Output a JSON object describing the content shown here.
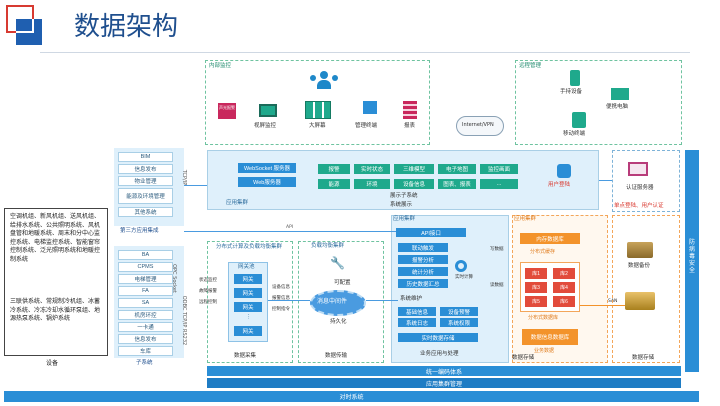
{
  "header": {
    "title": "数据架构"
  },
  "internal_monitor": {
    "title": "内部监控",
    "items": [
      "声光报警",
      "视屏监控",
      "大屏幕",
      "管理终端",
      "报表"
    ]
  },
  "remote_mgmt": {
    "title": "远程管理",
    "network": "Internet/VPN",
    "items": [
      "手持设备",
      "便携电脑",
      "移动终端"
    ]
  },
  "protocols": {
    "tcpip_top": "TCP/IP",
    "api": "API",
    "opc": "OPC Socket",
    "odbc": "ODBC TCP/IP RS232"
  },
  "display": {
    "title": "展示子系统",
    "top_boxes": [
      "WebSocket 服务器",
      "Web服务器"
    ],
    "grid": [
      [
        "报警",
        "实时状态",
        "三维模型",
        "电子地图",
        "监控画面"
      ],
      [
        "能源",
        "环境",
        "设备信息",
        "图表、报表",
        "..."
      ]
    ],
    "user_login": "用户登陆",
    "cluster": "应用集群",
    "system_display": "系统展示"
  },
  "auth": {
    "server": "认证服务器",
    "caption": "单点登陆、用户认证"
  },
  "third_party": {
    "title": "第三方应用集成",
    "items": [
      "BIM",
      "信息发布",
      "物业管理",
      "能源及环境管理",
      "其他系统"
    ]
  },
  "subsystems": {
    "title": "子系统",
    "items": [
      "BA",
      "CPMS",
      "电梯管理",
      "FA",
      "SA",
      "机房环控",
      "一卡通",
      "信息发布",
      "车库"
    ]
  },
  "devices": {
    "title": "设备",
    "text_a": "空调机组、新风机组、送风机组、给排水系统、公共照明系统、风机盘管和地暖系统、周末和分中心监控系统、电梯监控系统、智能窗帘控制系统、泛光照明系统和地暖控制系统",
    "text_b": "三联供系统、常规制冷机组、冰蓄冷系统、冷冻冷却水循环泵组、地源热泵系统、锅炉系统"
  },
  "collection": {
    "title": "分布式计算及负载均衡集群",
    "pool": "网关池",
    "gateway": "网关",
    "in_labels": [
      "状态监控",
      "故障报警",
      "远程控制"
    ],
    "out_labels": [
      "设备信息",
      "报警信息",
      "控制指令"
    ],
    "footer": "数据采集"
  },
  "transfer": {
    "title": "负载均衡集群",
    "config": "可配置",
    "mq": "消息中间件",
    "persist": "持久化",
    "footer": "数据传输"
  },
  "business": {
    "title": "应用集群",
    "api": "API接口",
    "items": [
      "联动触发",
      "报警分析",
      "统计分析",
      "历史数据汇总"
    ],
    "realtime": "实时计算",
    "maint_title": "系统维护",
    "maint": [
      "基础信息",
      "设备预警",
      "系统日志",
      "系统权限"
    ],
    "realtime_store": "实时数据存储",
    "footer": "业务应用与处理"
  },
  "storage": {
    "title": "应用集群",
    "cache": "内存数据库",
    "dist_cache": "分布式缓存",
    "db_cells": [
      "库1",
      "库2",
      "库3",
      "库4",
      "库5",
      "库6"
    ],
    "write": "写数据",
    "read": "读数据",
    "dist_db": "分布式数据库",
    "history": "数据信息数据库",
    "backup": "数据备份",
    "san": "SAN",
    "cluster_db": "业务数据",
    "footer_a": "数据存储",
    "footer_b": "数据存储"
  },
  "security": "防病毒安全",
  "bottom": {
    "bar1": "统一编码体系",
    "bar2": "应用集群管理",
    "bar3": "对时系统"
  },
  "colors": {
    "accent": "#1f5fb0",
    "green": "#1fa98c",
    "blue": "#2a8ed6",
    "orange": "#f3932b",
    "red": "#e24b3b"
  }
}
